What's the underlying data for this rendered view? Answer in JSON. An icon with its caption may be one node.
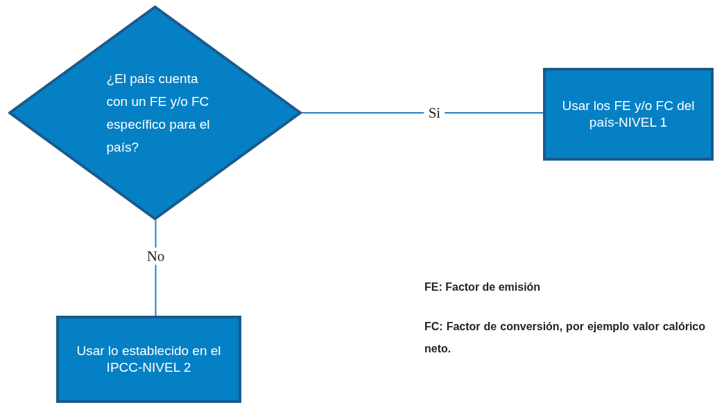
{
  "diagram": {
    "nodes": [
      {
        "text": [
          "¿El país cuenta con un FE y/o FC específico para el país?"
        ]
      },
      {
        "text": [
          "Usar los FE y/o FC del país-NIVEL 1"
        ]
      },
      {
        "text": [
          "Usar lo establecido en el IPCC-NIVEL 2"
        ]
      }
    ],
    "edges": [
      {
        "from": 0,
        "to": 1,
        "arrow": "none",
        "label": "Si"
      },
      {
        "from": 0,
        "to": 2,
        "arrow": "none",
        "label": "No"
      }
    ],
    "labels": [
      "FE: Factor de emisión",
      "FC: Factor de conversión, por ejemplo valor calórico neto."
    ]
  }
}
